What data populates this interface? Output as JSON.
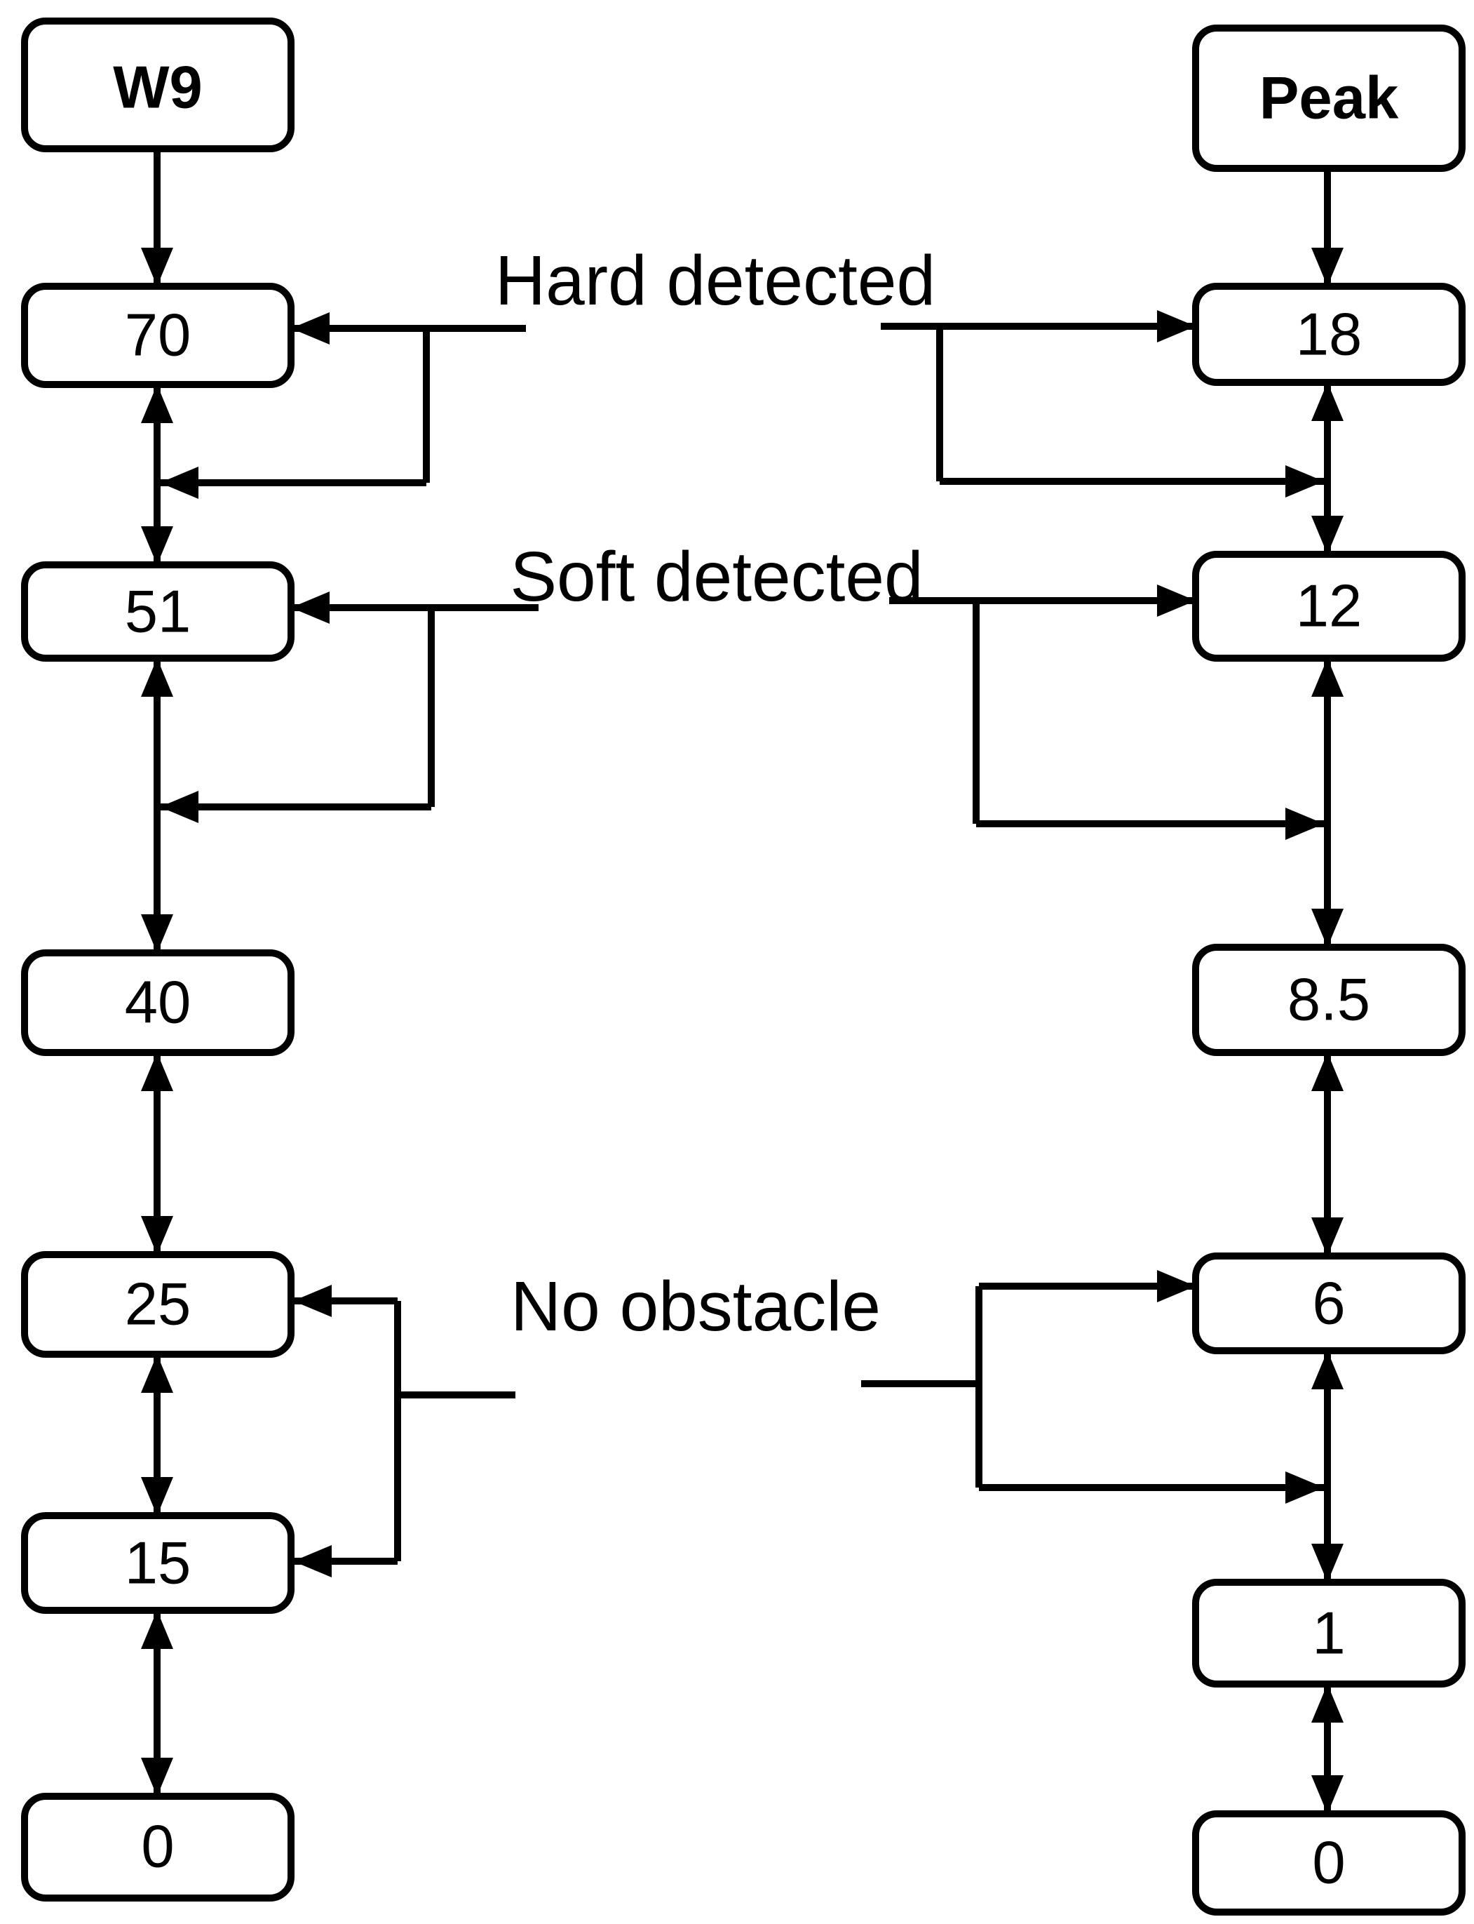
{
  "diagram": {
    "left": {
      "header": "W9",
      "values": [
        "70",
        "51",
        "40",
        "25",
        "15",
        "0"
      ]
    },
    "right": {
      "header": "Peak",
      "values": [
        "18",
        "12",
        "8.5",
        "6",
        "1",
        "0"
      ]
    },
    "annotations": {
      "hard": "Hard detected",
      "soft": "Soft detected",
      "none": "No obstacle"
    },
    "colors": {
      "line": "#000000",
      "box_fill": "#ffffff",
      "background": "#ffffff"
    }
  }
}
